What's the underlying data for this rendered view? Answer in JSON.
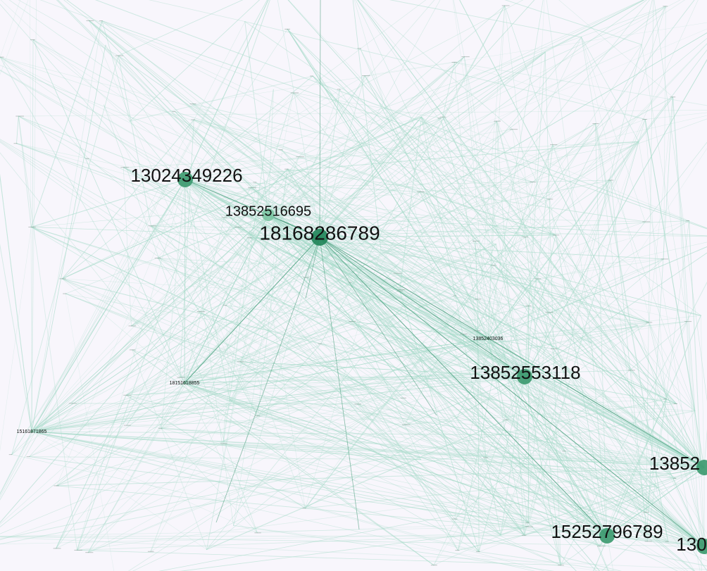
{
  "graph": {
    "colors": {
      "background": "#f8f6fc",
      "edge_light": "#a9dccb",
      "edge_dark": "#4e9f7f",
      "node_dark": "#22855a",
      "node_mid": "#3d9a70",
      "node_light": "#7cc5a3",
      "label": "#111111"
    },
    "nodes": [
      {
        "id": "n1",
        "label": "13024349226",
        "size": "large",
        "shade": "mid"
      },
      {
        "id": "n2",
        "label": "13852516695",
        "size": "medium",
        "shade": "light"
      },
      {
        "id": "n3",
        "label": "18168286789",
        "size": "xlarge",
        "shade": "dark"
      },
      {
        "id": "n4",
        "label": "13852553118",
        "size": "large",
        "shade": "mid"
      },
      {
        "id": "n5",
        "label": "15252796789",
        "size": "large",
        "shade": "mid"
      },
      {
        "id": "n6",
        "label": "13852",
        "size": "large",
        "shade": "mid"
      },
      {
        "id": "n7",
        "label": "130",
        "size": "large",
        "shade": "mid"
      },
      {
        "id": "n8",
        "label": "18151618855",
        "size": "small",
        "shade": "light"
      },
      {
        "id": "n9",
        "label": "15161871865",
        "size": "small",
        "shade": "light"
      },
      {
        "id": "n10",
        "label": "13852403036",
        "size": "small",
        "shade": "light"
      }
    ],
    "highlight_edges": [
      {
        "source": "n3",
        "target": "n5"
      },
      {
        "source": "n3",
        "target": "n8"
      },
      {
        "source": "n3",
        "target": "n2"
      },
      {
        "source": "n3",
        "target": "n1"
      },
      {
        "source": "n3",
        "target": "n4"
      },
      {
        "source": "n3",
        "target": "n7"
      },
      {
        "source": "n3",
        "target": "n6"
      }
    ]
  }
}
